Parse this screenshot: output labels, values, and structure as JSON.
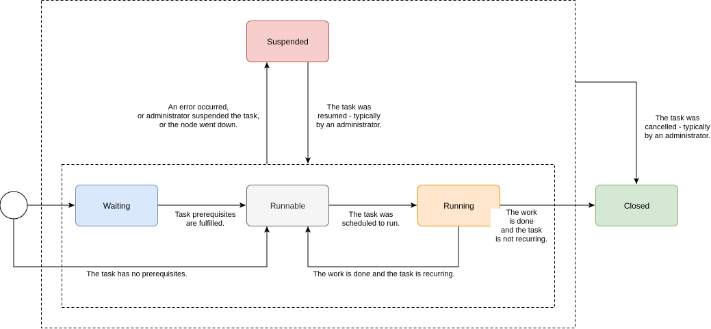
{
  "states": {
    "suspended": {
      "label": "Suspended",
      "fill": "#f8cecc",
      "stroke": "#b85450"
    },
    "waiting": {
      "label": "Waiting",
      "fill": "#dae8fc",
      "stroke": "#6c8ebf"
    },
    "runnable": {
      "label": "Runnable",
      "fill": "#f5f5f5",
      "stroke": "#666666"
    },
    "running": {
      "label": "Running",
      "fill": "#ffe6cc",
      "stroke": "#d79b00"
    },
    "closed": {
      "label": "Closed",
      "fill": "#d5e8d4",
      "stroke": "#82b366"
    }
  },
  "transitions": {
    "suspend": "An error occurred,\nor administrator suspended the task,\nor the node went down.",
    "resume": "The task was\nresumed - typically\nby an administrator.",
    "cancel": "The task was\ncancelled - typically\nby an administrator.",
    "prereq_fulfilled": "Task prerequisites\nare fulfilled.",
    "scheduled": "The task was\nscheduled to run.",
    "done_not_recurring": "The work\nis done\nand the task\nis not recurring.",
    "no_prereq": "The task has no prerequisites.",
    "recurring": "The work is done and the task is recurring."
  }
}
